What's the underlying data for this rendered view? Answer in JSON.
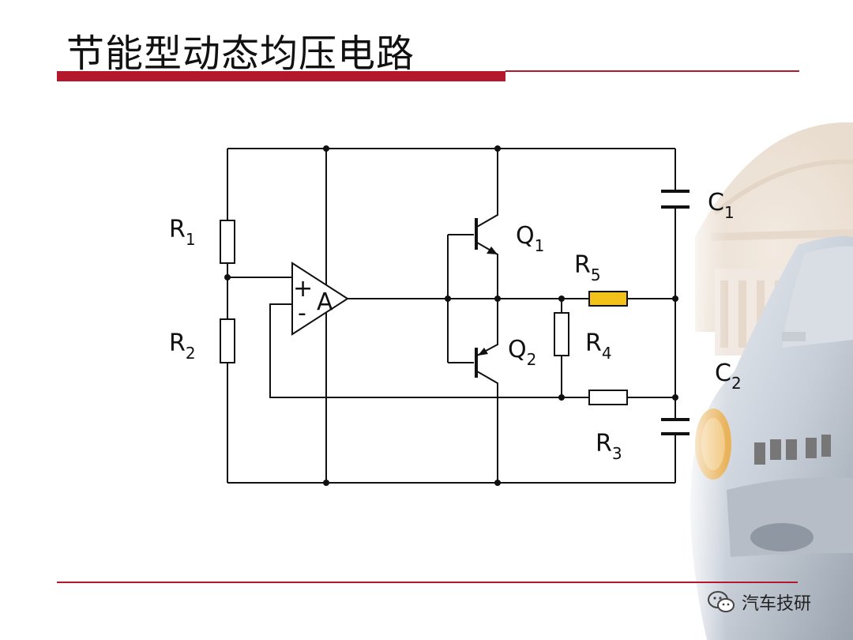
{
  "slide": {
    "title": "节能型动态均压电路"
  },
  "circuit": {
    "components": [
      {
        "id": "R1",
        "type": "resistor",
        "label": "R",
        "sub": "1"
      },
      {
        "id": "R2",
        "type": "resistor",
        "label": "R",
        "sub": "2"
      },
      {
        "id": "R3",
        "type": "resistor",
        "label": "R",
        "sub": "3"
      },
      {
        "id": "R4",
        "type": "resistor",
        "label": "R",
        "sub": "4"
      },
      {
        "id": "R5",
        "type": "resistor",
        "label": "R",
        "sub": "5",
        "highlight": true
      },
      {
        "id": "C1",
        "type": "capacitor",
        "label": "C",
        "sub": "1"
      },
      {
        "id": "C2",
        "type": "capacitor",
        "label": "C",
        "sub": "2"
      },
      {
        "id": "Q1",
        "type": "npn-transistor",
        "label": "Q",
        "sub": "1"
      },
      {
        "id": "Q2",
        "type": "pnp-transistor",
        "label": "Q",
        "sub": "2"
      },
      {
        "id": "A",
        "type": "op-amp",
        "label": "A",
        "plus": "+",
        "minus": "-"
      }
    ],
    "highlight_color": "#f2c21b"
  },
  "footer": {
    "brand": "汽车技研",
    "icon": "wechat-icon"
  },
  "colors": {
    "accent": "#b3182d",
    "wire": "#111111"
  }
}
